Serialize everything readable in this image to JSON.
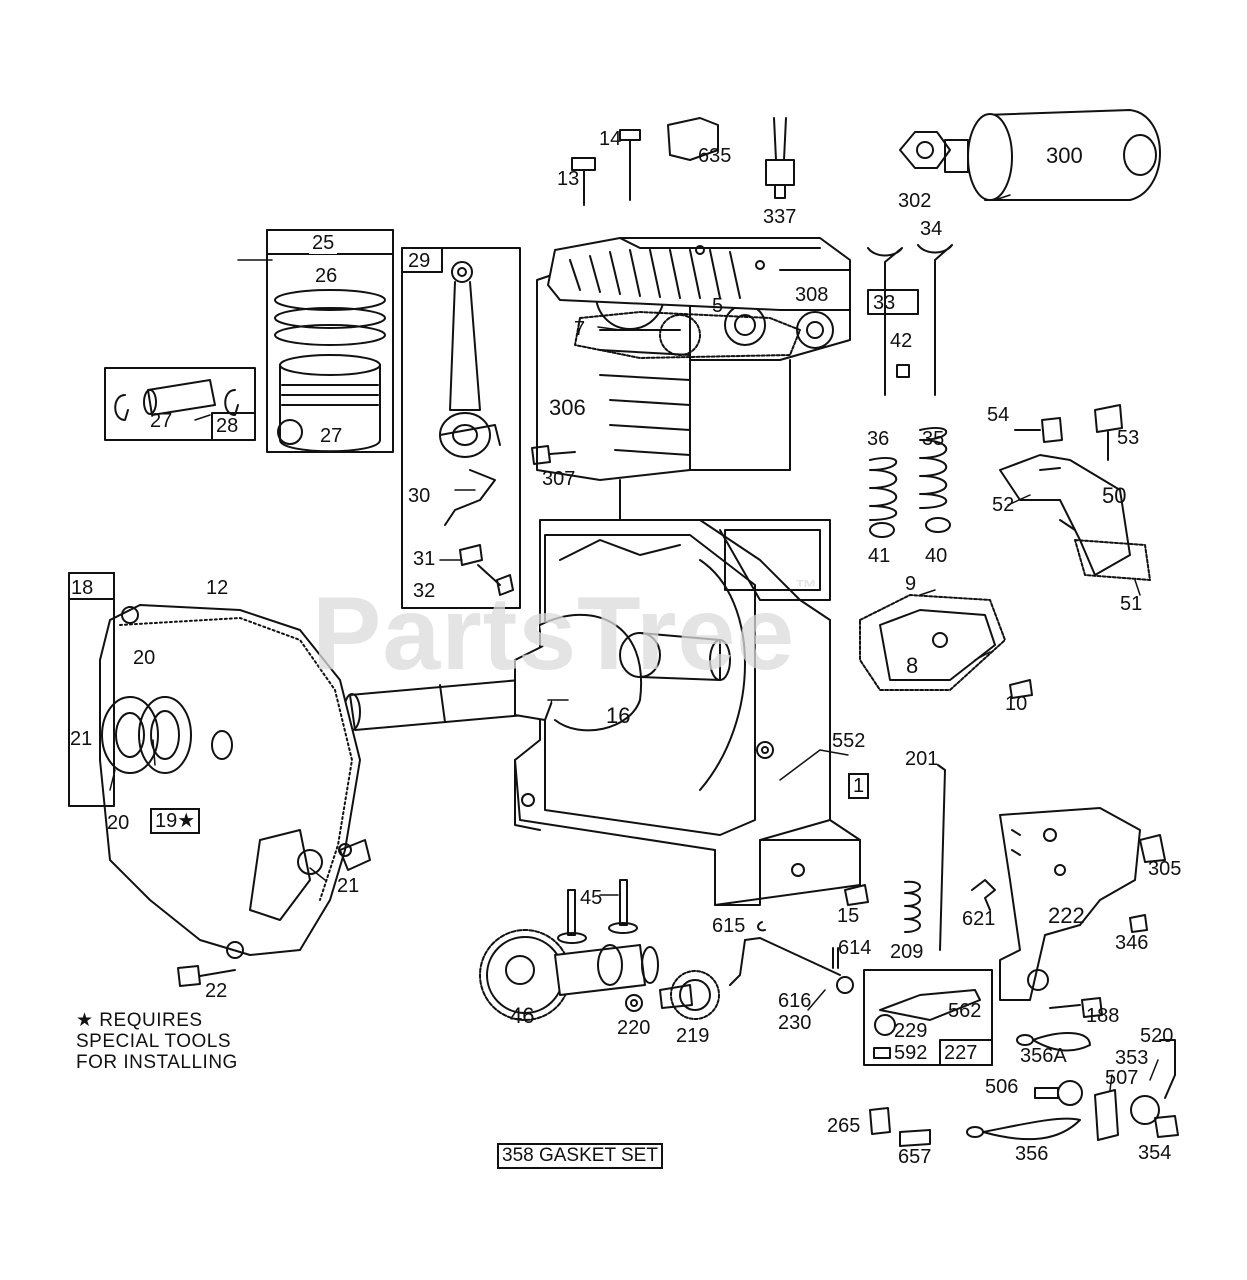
{
  "watermark": {
    "text": "PartsTree",
    "mark": "™"
  },
  "note": {
    "line1": "★ REQUIRES",
    "line2": "SPECIAL TOOLS",
    "line3": "FOR INSTALLING"
  },
  "gasket_set": "358 GASKET SET",
  "parts": {
    "p1": "1",
    "p5": "5",
    "p7": "7",
    "p8": "8",
    "p9": "9",
    "p10": "10",
    "p12": "12",
    "p13": "13",
    "p14": "14",
    "p15": "15",
    "p16": "16",
    "p18": "18",
    "p19": "19★",
    "p20a": "20",
    "p20b": "20",
    "p21a": "21",
    "p21b": "21",
    "p22": "22",
    "p25": "25",
    "p26": "26",
    "p27a": "27",
    "p27b": "27",
    "p28": "28",
    "p29": "29",
    "p30": "30",
    "p31": "31",
    "p32": "32",
    "p33": "33",
    "p34": "34",
    "p35": "35",
    "p36": "36",
    "p40": "40",
    "p41": "41",
    "p42": "42",
    "p45": "45",
    "p46": "46",
    "p50": "50",
    "p51": "51",
    "p52": "52",
    "p53": "53",
    "p54": "54",
    "p188": "188",
    "p201": "201",
    "p209": "209",
    "p219": "219",
    "p220": "220",
    "p222": "222",
    "p227": "227",
    "p229": "229",
    "p230": "230",
    "p265": "265",
    "p300": "300",
    "p302": "302",
    "p305": "305",
    "p306": "306",
    "p307": "307",
    "p308": "308",
    "p337": "337",
    "p346": "346",
    "p353": "353",
    "p354": "354",
    "p356": "356",
    "p356A": "356A",
    "p506": "506",
    "p507": "507",
    "p520": "520",
    "p552": "552",
    "p562": "562",
    "p592": "592",
    "p614": "614",
    "p615": "615",
    "p616": "616",
    "p621": "621",
    "p635": "635",
    "p657": "657"
  }
}
